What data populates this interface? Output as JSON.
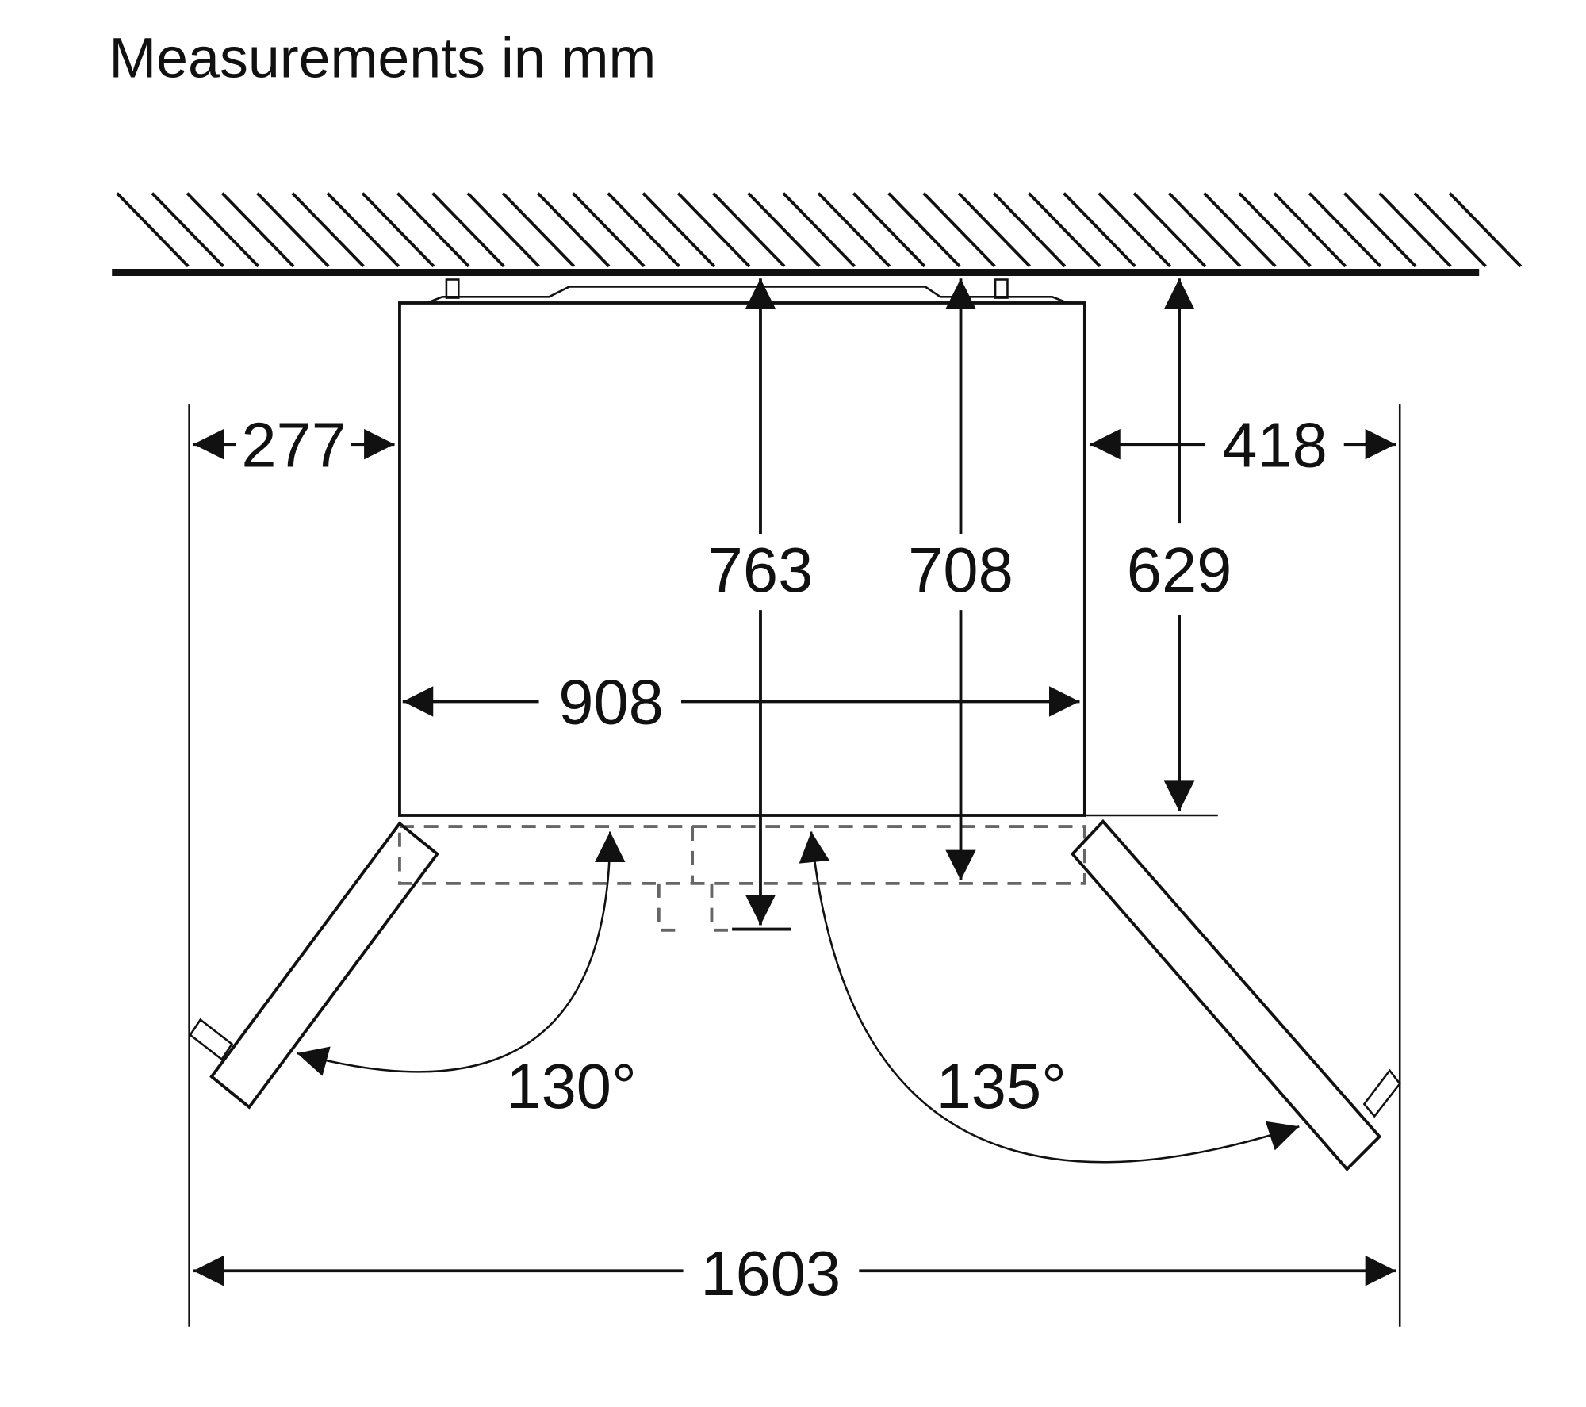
{
  "title": "Measurements in mm",
  "dimensions": {
    "left_clearance": "277",
    "right_clearance": "418",
    "depth_doors_open": "763",
    "depth_with_doors": "708",
    "depth_body": "629",
    "width_body": "908",
    "total_width_open": "1603"
  },
  "angles": {
    "left_door": "130°",
    "right_door": "135°"
  },
  "colors": {
    "line": "#111111",
    "dashed": "#666666",
    "background": "#ffffff"
  }
}
